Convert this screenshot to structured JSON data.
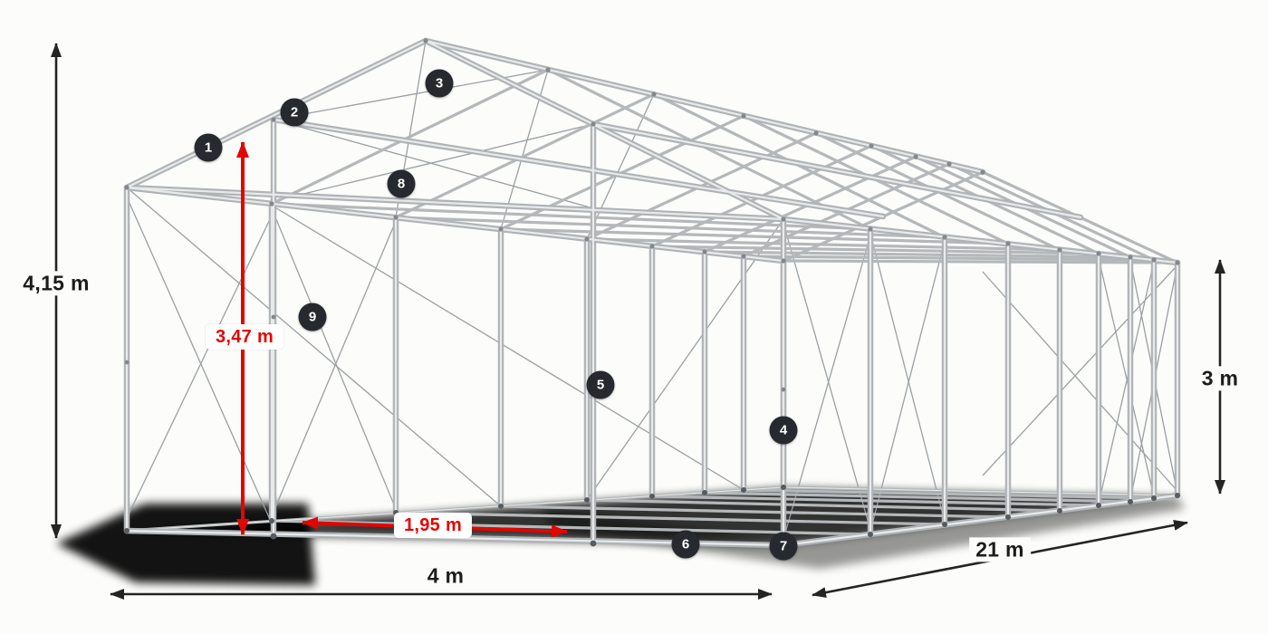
{
  "diagram": {
    "dimensions": {
      "total_height": "4,15 m",
      "clear_height": "3,47 m",
      "side_height": "3 m",
      "width": "4 m",
      "length": "21 m",
      "bay_width": "1,95 m"
    },
    "badges": [
      "1",
      "2",
      "3",
      "4",
      "5",
      "6",
      "7",
      "8",
      "9"
    ],
    "colors": {
      "accent_red": "#e10600",
      "badge": "#26292d",
      "frame": "#b2b6b8"
    }
  }
}
